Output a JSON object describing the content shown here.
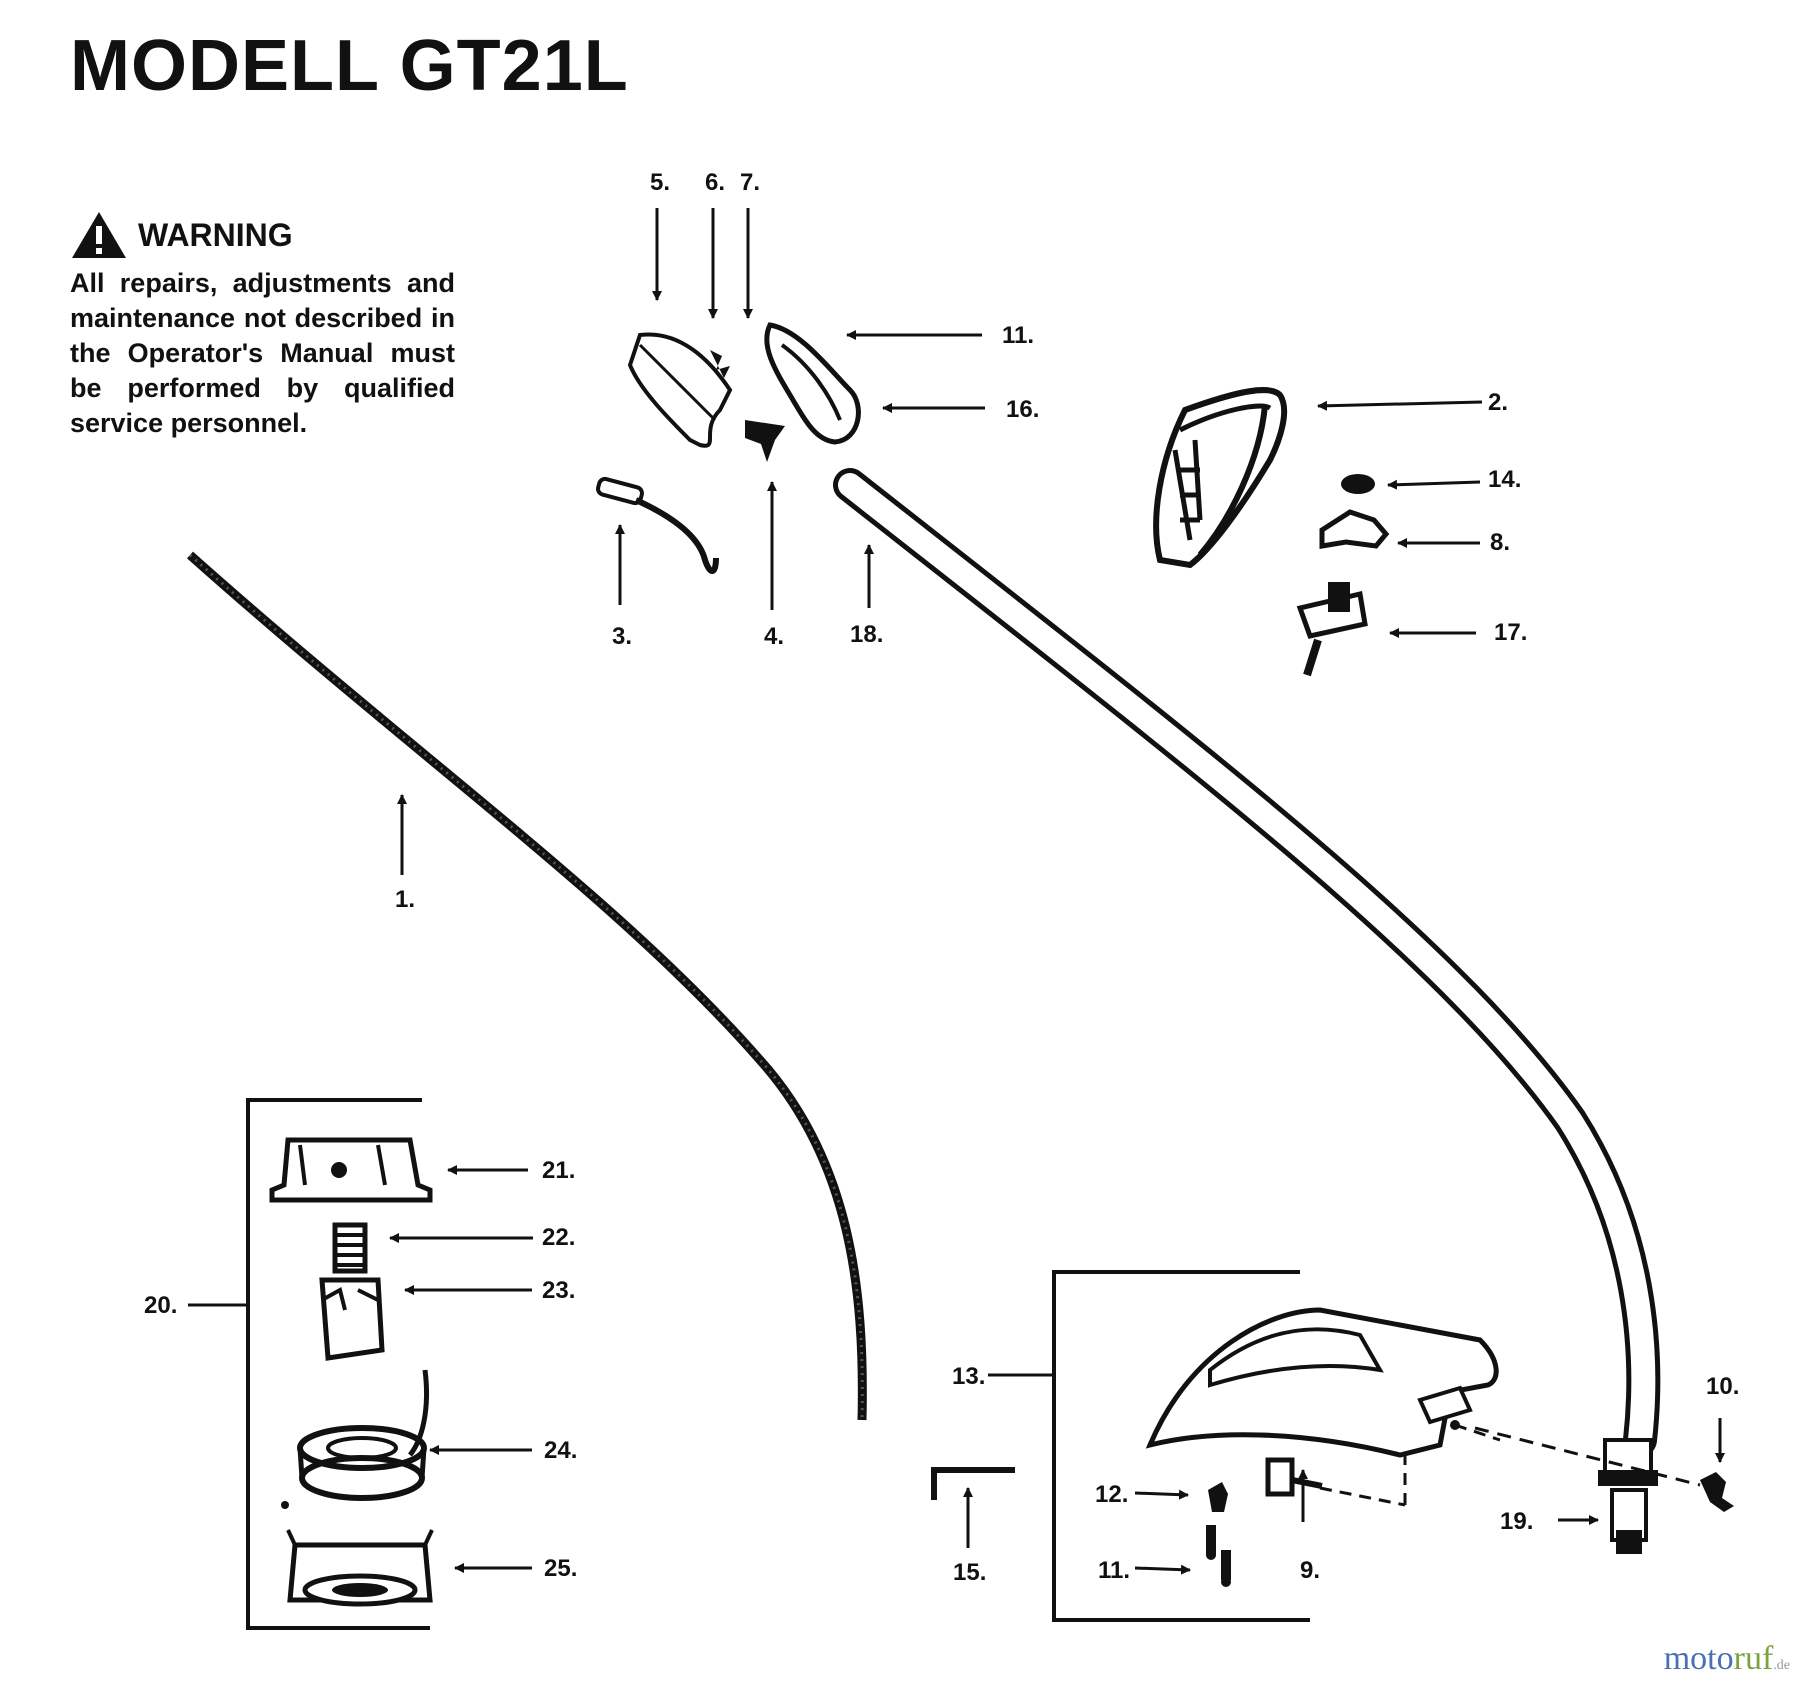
{
  "title": "MODELL GT21L",
  "warning": {
    "heading": "WARNING",
    "text": "All repairs, adjustments and maintenance not described in the Operator's Manual must be performed by qualified service personnel."
  },
  "parts": [
    {
      "key": "p1",
      "label": "1."
    },
    {
      "key": "p2",
      "label": "2."
    },
    {
      "key": "p3",
      "label": "3."
    },
    {
      "key": "p4",
      "label": "4."
    },
    {
      "key": "p5",
      "label": "5."
    },
    {
      "key": "p6",
      "label": "6."
    },
    {
      "key": "p7",
      "label": "7."
    },
    {
      "key": "p8",
      "label": "8."
    },
    {
      "key": "p9",
      "label": "9."
    },
    {
      "key": "p10",
      "label": "10."
    },
    {
      "key": "p11a",
      "label": "11."
    },
    {
      "key": "p11b",
      "label": "11."
    },
    {
      "key": "p12",
      "label": "12."
    },
    {
      "key": "p13",
      "label": "13."
    },
    {
      "key": "p14",
      "label": "14."
    },
    {
      "key": "p15",
      "label": "15."
    },
    {
      "key": "p16",
      "label": "16."
    },
    {
      "key": "p17",
      "label": "17."
    },
    {
      "key": "p18",
      "label": "18."
    },
    {
      "key": "p19",
      "label": "19."
    },
    {
      "key": "p20",
      "label": "20."
    },
    {
      "key": "p21",
      "label": "21."
    },
    {
      "key": "p22",
      "label": "22."
    },
    {
      "key": "p23",
      "label": "23."
    },
    {
      "key": "p24",
      "label": "24."
    },
    {
      "key": "p25",
      "label": "25."
    }
  ],
  "watermark": {
    "brand_a": "moto",
    "brand_b": "ruf",
    "tld": ".de"
  }
}
